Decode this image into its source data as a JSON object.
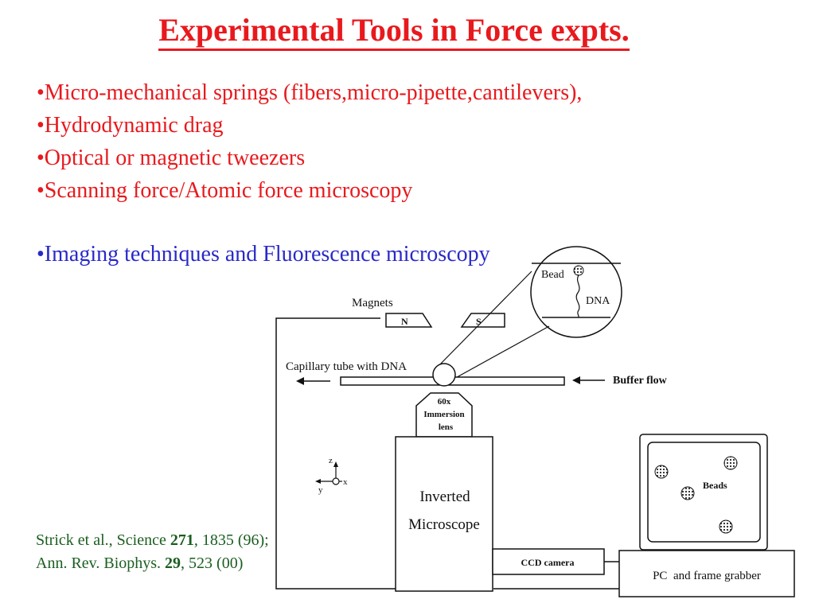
{
  "title": "Experimental Tools in Force expts.",
  "bullets": [
    "•Micro-mechanical springs (fibers,micro-pipette,cantilevers),",
    "•Hydrodynamic drag",
    "•Optical or magnetic tweezers",
    "•Scanning force/Atomic force microscopy"
  ],
  "bullet_imaging": "•Imaging techniques and Fluorescence microscopy",
  "references": {
    "line1_prefix": "Strick et al., Science ",
    "line1_bold": "271",
    "line1_suffix": ", 1835 (96);",
    "line2_prefix": "Ann. Rev. Biophys. ",
    "line2_bold": "29",
    "line2_suffix": ", 523 (00)"
  },
  "diagram": {
    "magnets_label": "Magnets",
    "magnet_n": "N",
    "magnet_s": "S",
    "bead_label": "Bead",
    "dna_label": "DNA",
    "capillary_label": "Capillary tube with DNA",
    "buffer_flow_label": "Buffer flow",
    "lens_line1": "60x",
    "lens_line2": "Immersion",
    "lens_line3": "lens",
    "microscope_line1": "Inverted",
    "microscope_line2": "Microscope",
    "beads_label": "Beads",
    "ccd_label": "CCD camera",
    "pc_label": "PC  and frame grabber",
    "axis_z": "z",
    "axis_x": "x",
    "axis_y": "y"
  }
}
